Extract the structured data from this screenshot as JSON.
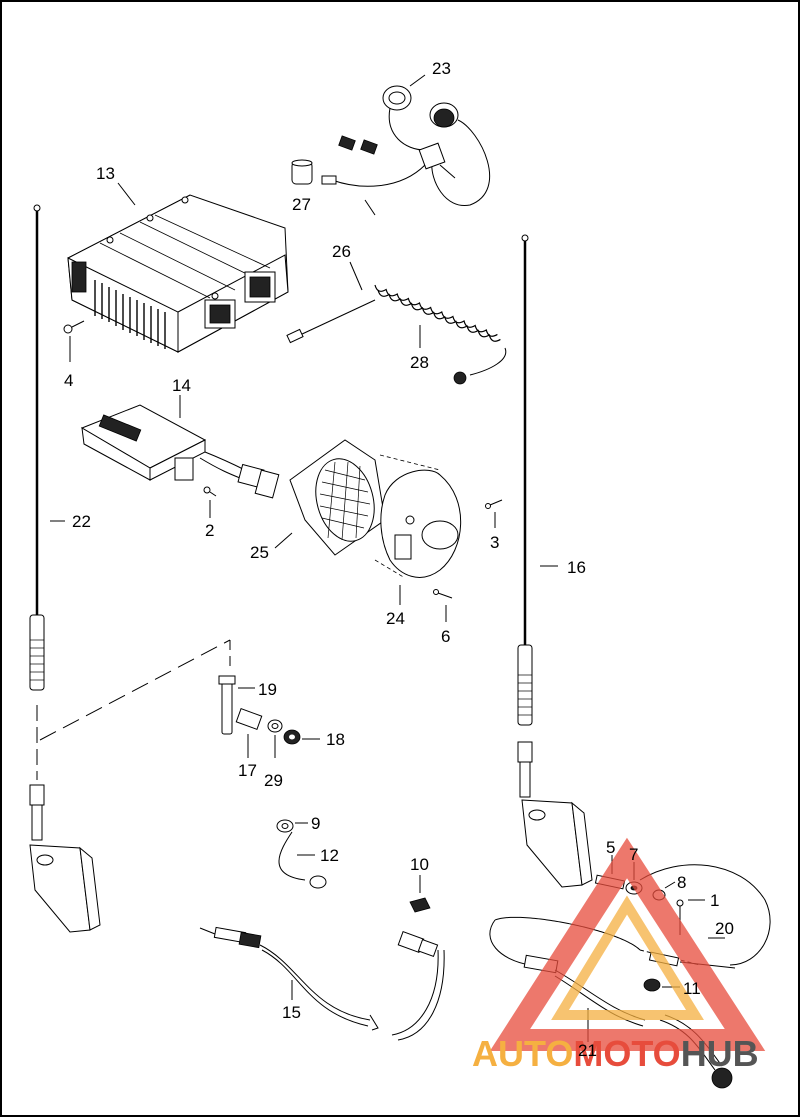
{
  "labels": {
    "l1": "1",
    "l2": "2",
    "l3": "3",
    "l4": "4",
    "l5": "5",
    "l6": "6",
    "l7": "7",
    "l8": "8",
    "l9": "9",
    "l10": "10",
    "l11": "11",
    "l12": "12",
    "l13": "13",
    "l14": "14",
    "l15": "15",
    "l16": "16",
    "l17": "17",
    "l18": "18",
    "l19": "19",
    "l20": "20",
    "l21": "21",
    "l22": "22",
    "l23": "23",
    "l24": "24",
    "l25": "25",
    "l26": "26",
    "l27": "27",
    "l28": "28",
    "l29": "29"
  },
  "watermark": {
    "part1": "AUTO",
    "part2": "MOTO",
    "part3": "HUB",
    "color_light": "#f5b041",
    "color_red": "#e74c3c",
    "color_dark": "#555555"
  }
}
